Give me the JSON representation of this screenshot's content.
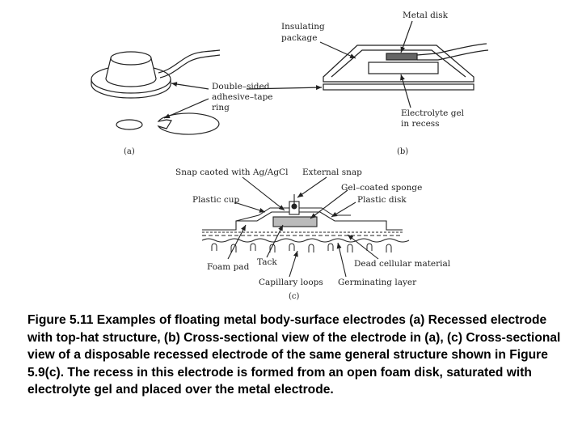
{
  "diagram_a": {
    "label_double_sided_1": "Double–sided",
    "label_double_sided_2": "adhesive–tape",
    "label_double_sided_3": "ring",
    "sublabel": "(a)"
  },
  "diagram_b": {
    "label_insulating_1": "Insulating",
    "label_insulating_2": "package",
    "label_metal_disk": "Metal disk",
    "label_gel_1": "Electrolyte gel",
    "label_gel_2": "in recess",
    "sublabel": "(b)"
  },
  "diagram_c": {
    "label_snap_coated": "Snap caoted with Ag/AgCl",
    "label_external_snap": "External snap",
    "label_gel_sponge": "Gel–coated sponge",
    "label_plastic_cup": "Plastic cup",
    "label_plastic_disk": "Plastic disk",
    "label_foam_pad": "Foam pad",
    "label_tack": "Tack",
    "label_dead_cellular": "Dead cellular material",
    "label_capillary": "Capillary loops",
    "label_germinating": "Germinating layer",
    "sublabel": "(c)"
  },
  "caption": "Figure 5.11 Examples of floating metal body-surface electrodes (a) Recessed electrode with top-hat structure, (b) Cross-sectional view of the electrode in (a), (c) Cross-sectional view of a disposable recessed electrode of the same general structure shown in Figure 5.9(c). The recess in this electrode is formed from an open foam disk, saturated with electrolyte gel and placed over the metal electrode.",
  "colors": {
    "line": "#222222",
    "metal": "#666666",
    "sponge": "#bbbbbb"
  }
}
